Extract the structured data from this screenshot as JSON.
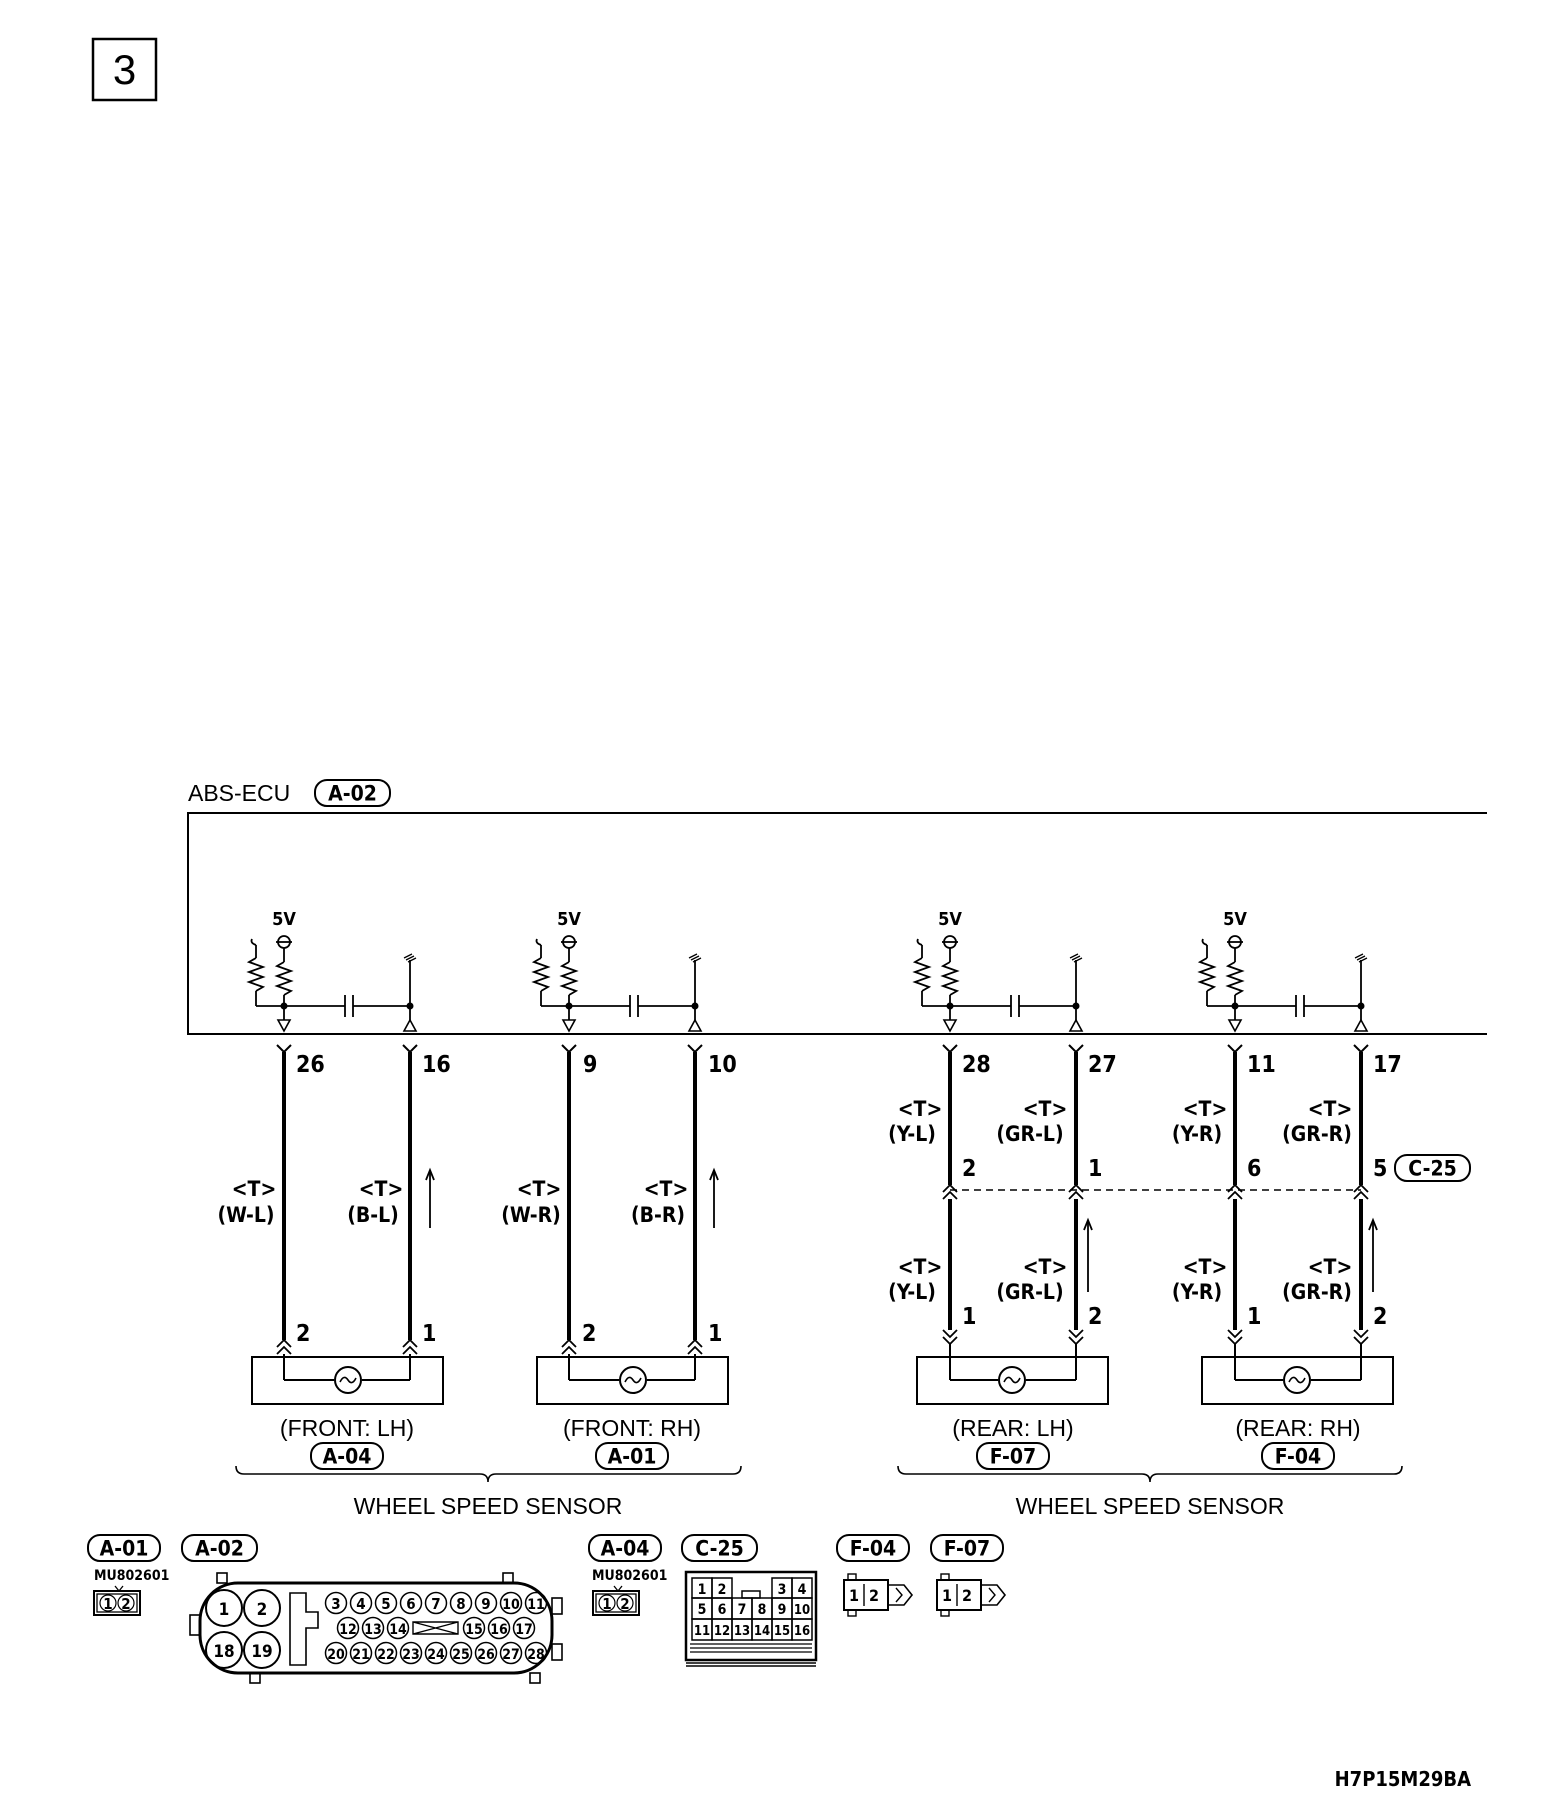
{
  "page_badge": "3",
  "ecu": {
    "label": "ABS-ECU",
    "connector": "A-02"
  },
  "supply_voltage": "5V",
  "wire_prefix": "<T>",
  "circuits": [
    {
      "name": "front-lh",
      "pins": [
        "26",
        "16"
      ],
      "upper_colors": [
        "(W-L)",
        "(B-L)"
      ],
      "sensor_pins": [
        "2",
        "1"
      ],
      "position_label": "(FRONT: LH)",
      "connector": "A-04"
    },
    {
      "name": "front-rh",
      "pins": [
        "9",
        "10"
      ],
      "upper_colors": [
        "(W-R)",
        "(B-R)"
      ],
      "sensor_pins": [
        "2",
        "1"
      ],
      "position_label": "(FRONT: RH)",
      "connector": "A-01"
    },
    {
      "name": "rear-lh",
      "pins": [
        "28",
        "27"
      ],
      "upper_colors": [
        "(Y-L)",
        "(GR-L)"
      ],
      "mid_pins": [
        "2",
        "1"
      ],
      "lower_colors": [
        "(Y-L)",
        "(GR-L)"
      ],
      "sensor_pins": [
        "1",
        "2"
      ],
      "position_label": "(REAR: LH)",
      "connector": "F-07"
    },
    {
      "name": "rear-rh",
      "pins": [
        "11",
        "17"
      ],
      "upper_colors": [
        "(Y-R)",
        "(GR-R)"
      ],
      "mid_pins": [
        "6",
        "5"
      ],
      "lower_colors": [
        "(Y-R)",
        "(GR-R)"
      ],
      "sensor_pins": [
        "1",
        "2"
      ],
      "position_label": "(REAR: RH)",
      "connector": "F-04"
    }
  ],
  "intermediate_connector": "C-25",
  "group_labels": [
    "WHEEL SPEED SENSOR",
    "WHEEL SPEED SENSOR"
  ],
  "connector_views": {
    "a01": {
      "label": "A-01",
      "part": "MU802601",
      "pins": [
        "1",
        "2"
      ]
    },
    "a02": {
      "label": "A-02",
      "big_pins": [
        "1",
        "2",
        "18",
        "19"
      ],
      "row1": [
        "3",
        "4",
        "5",
        "6",
        "7",
        "8",
        "9",
        "10",
        "11"
      ],
      "row2": [
        "12",
        "13",
        "14",
        "15",
        "16",
        "17"
      ],
      "row3": [
        "20",
        "21",
        "22",
        "23",
        "24",
        "25",
        "26",
        "27",
        "28"
      ]
    },
    "a04": {
      "label": "A-04",
      "part": "MU802601",
      "pins": [
        "1",
        "2"
      ]
    },
    "c25": {
      "label": "C-25",
      "row1": [
        "1",
        "2",
        "3",
        "4"
      ],
      "row2": [
        "5",
        "6",
        "7",
        "8",
        "9",
        "10"
      ],
      "row3": [
        "11",
        "12",
        "13",
        "14",
        "15",
        "16"
      ]
    },
    "f04": {
      "label": "F-04",
      "pins": [
        "1",
        "2"
      ]
    },
    "f07": {
      "label": "F-07",
      "pins": [
        "1",
        "2"
      ]
    }
  },
  "figure_code": "H7P15M29BA"
}
